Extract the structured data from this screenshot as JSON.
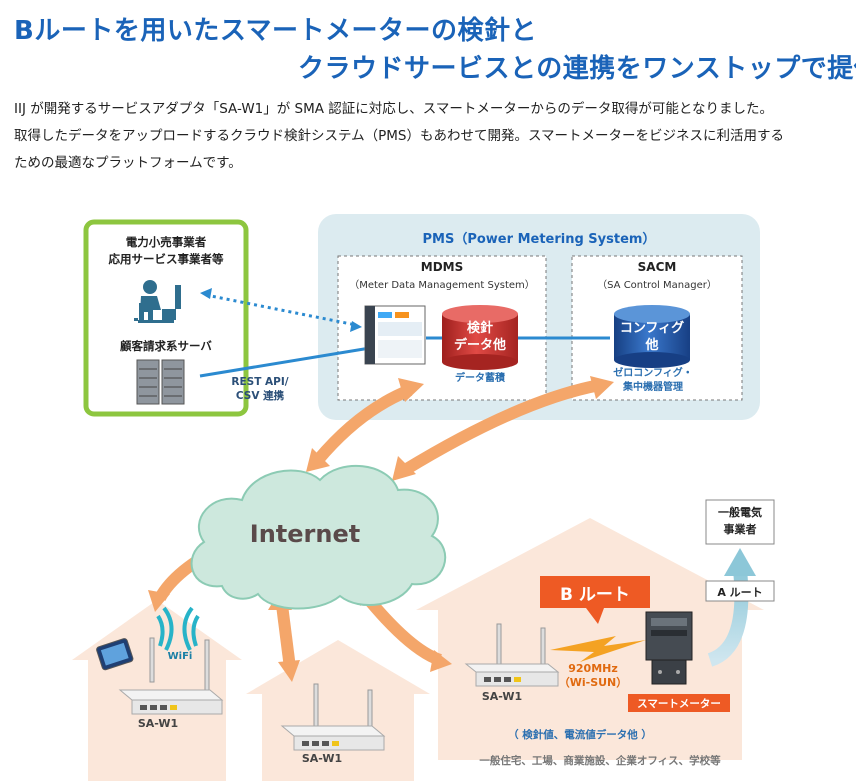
{
  "header": {
    "title_line1": "Bルートを用いたスマートメーターの検針と",
    "title_line2": "クラウドサービスとの連携をワンストップで提供"
  },
  "intro": {
    "line1": "IIJ が開発するサービスアダプタ「SA-W1」が SMA 認証に対応し、スマートメーターからのデータ取得が可能となりました。",
    "line2": "取得したデータをアップロードするクラウド検針システム（PMS）もあわせて開発。スマートメーターをビジネスに利活用する",
    "line3": "ための最適なプラットフォームです。"
  },
  "customer_box": {
    "label_line1": "電力小売事業者",
    "label_line2": "応用サービス事業者等",
    "server_label": "顧客請求系サーバ"
  },
  "connection": {
    "rest_line1": "REST API/",
    "rest_line2": "CSV 連携"
  },
  "pms": {
    "title": "PMS（Power Metering System）",
    "mdms": {
      "title": "MDMS",
      "subtitle": "（Meter Data Management System）",
      "db_line1": "検針",
      "db_line2": "データ他",
      "caption": "データ蓄積"
    },
    "sacm": {
      "title": "SACM",
      "subtitle": "（SA Control Manager）",
      "db_line1": "コンフィグ",
      "db_line2": "他",
      "caption_line1": "ゼロコンフィグ・",
      "caption_line2": "集中機器管理"
    }
  },
  "cloud": {
    "label": "Internet"
  },
  "houses": {
    "left": {
      "wifi": "WiFi",
      "device": "SA-W1"
    },
    "middle": {
      "device": "SA-W1"
    },
    "right": {
      "device": "SA-W1",
      "b_route": "B ルート",
      "freq_line1": "920MHz",
      "freq_line2": "（Wi-SUN）",
      "smart_meter": "スマートメーター",
      "data_note": "（ 検針値、電流値データ他 ）",
      "facilities": "一般住宅、工場、商業施設、企業オフィス、学校等"
    }
  },
  "utility": {
    "label_line1": "一般電気",
    "label_line2": "事業者",
    "a_route": "A ルート"
  },
  "colors": {
    "title_blue": "#1a63b8",
    "green_border": "#8dc63f",
    "pms_bg": "#dcebf0",
    "red_db": "#c8302e",
    "blue_db": "#1f57a8",
    "orange_arrow": "#f4a66a",
    "house_fill": "#fbe7da",
    "b_route_orange": "#ee5a24",
    "blue_line": "#2b8ad0"
  }
}
